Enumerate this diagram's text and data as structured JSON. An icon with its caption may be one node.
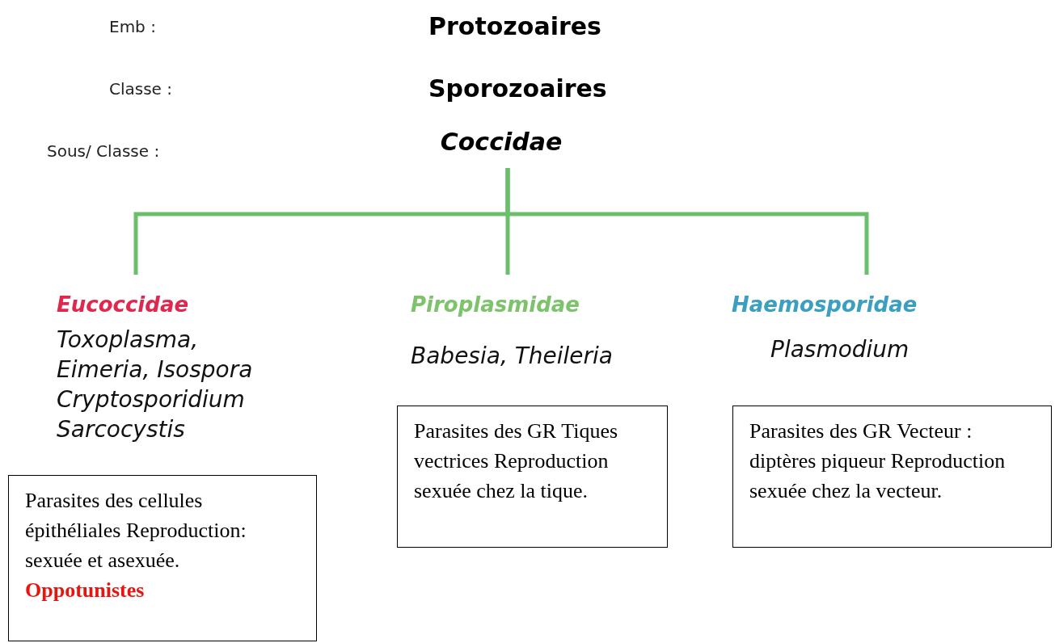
{
  "diagram": {
    "nodes": [
      {
        "text": [
          "Coccidae"
        ]
      },
      {
        "text": [
          "Eucoccidae",
          "Toxoplasma, Eimeria, Isospora Cryptosporidium Sarcocystis"
        ]
      },
      {
        "text": [
          "Piroplasmidae",
          "Babesia, Theileria"
        ]
      },
      {
        "text": [
          "Haemosporidae",
          "Plasmodium"
        ]
      },
      {
        "text": [
          "Parasites des cellules épithéliales Reproduction: sexuée et asexuée.",
          "Oppotunistes"
        ]
      },
      {
        "text": [
          "Parasites des GR Tiques vectrices Reproduction sexuée chez la tique."
        ]
      },
      {
        "text": [
          "Parasites des GR Vecteur : diptères piqueur Reproduction sexuée chez la vecteur."
        ]
      }
    ],
    "edges": [
      {
        "from": 0,
        "to": 1,
        "arrow": "none"
      },
      {
        "from": 0,
        "to": 2,
        "arrow": "none"
      },
      {
        "from": 0,
        "to": 3,
        "arrow": "none"
      }
    ],
    "labels": [
      "Emb :",
      "Protozoaires",
      "Classe :",
      "Sporozoaires",
      "Sous/ Classe :"
    ]
  }
}
